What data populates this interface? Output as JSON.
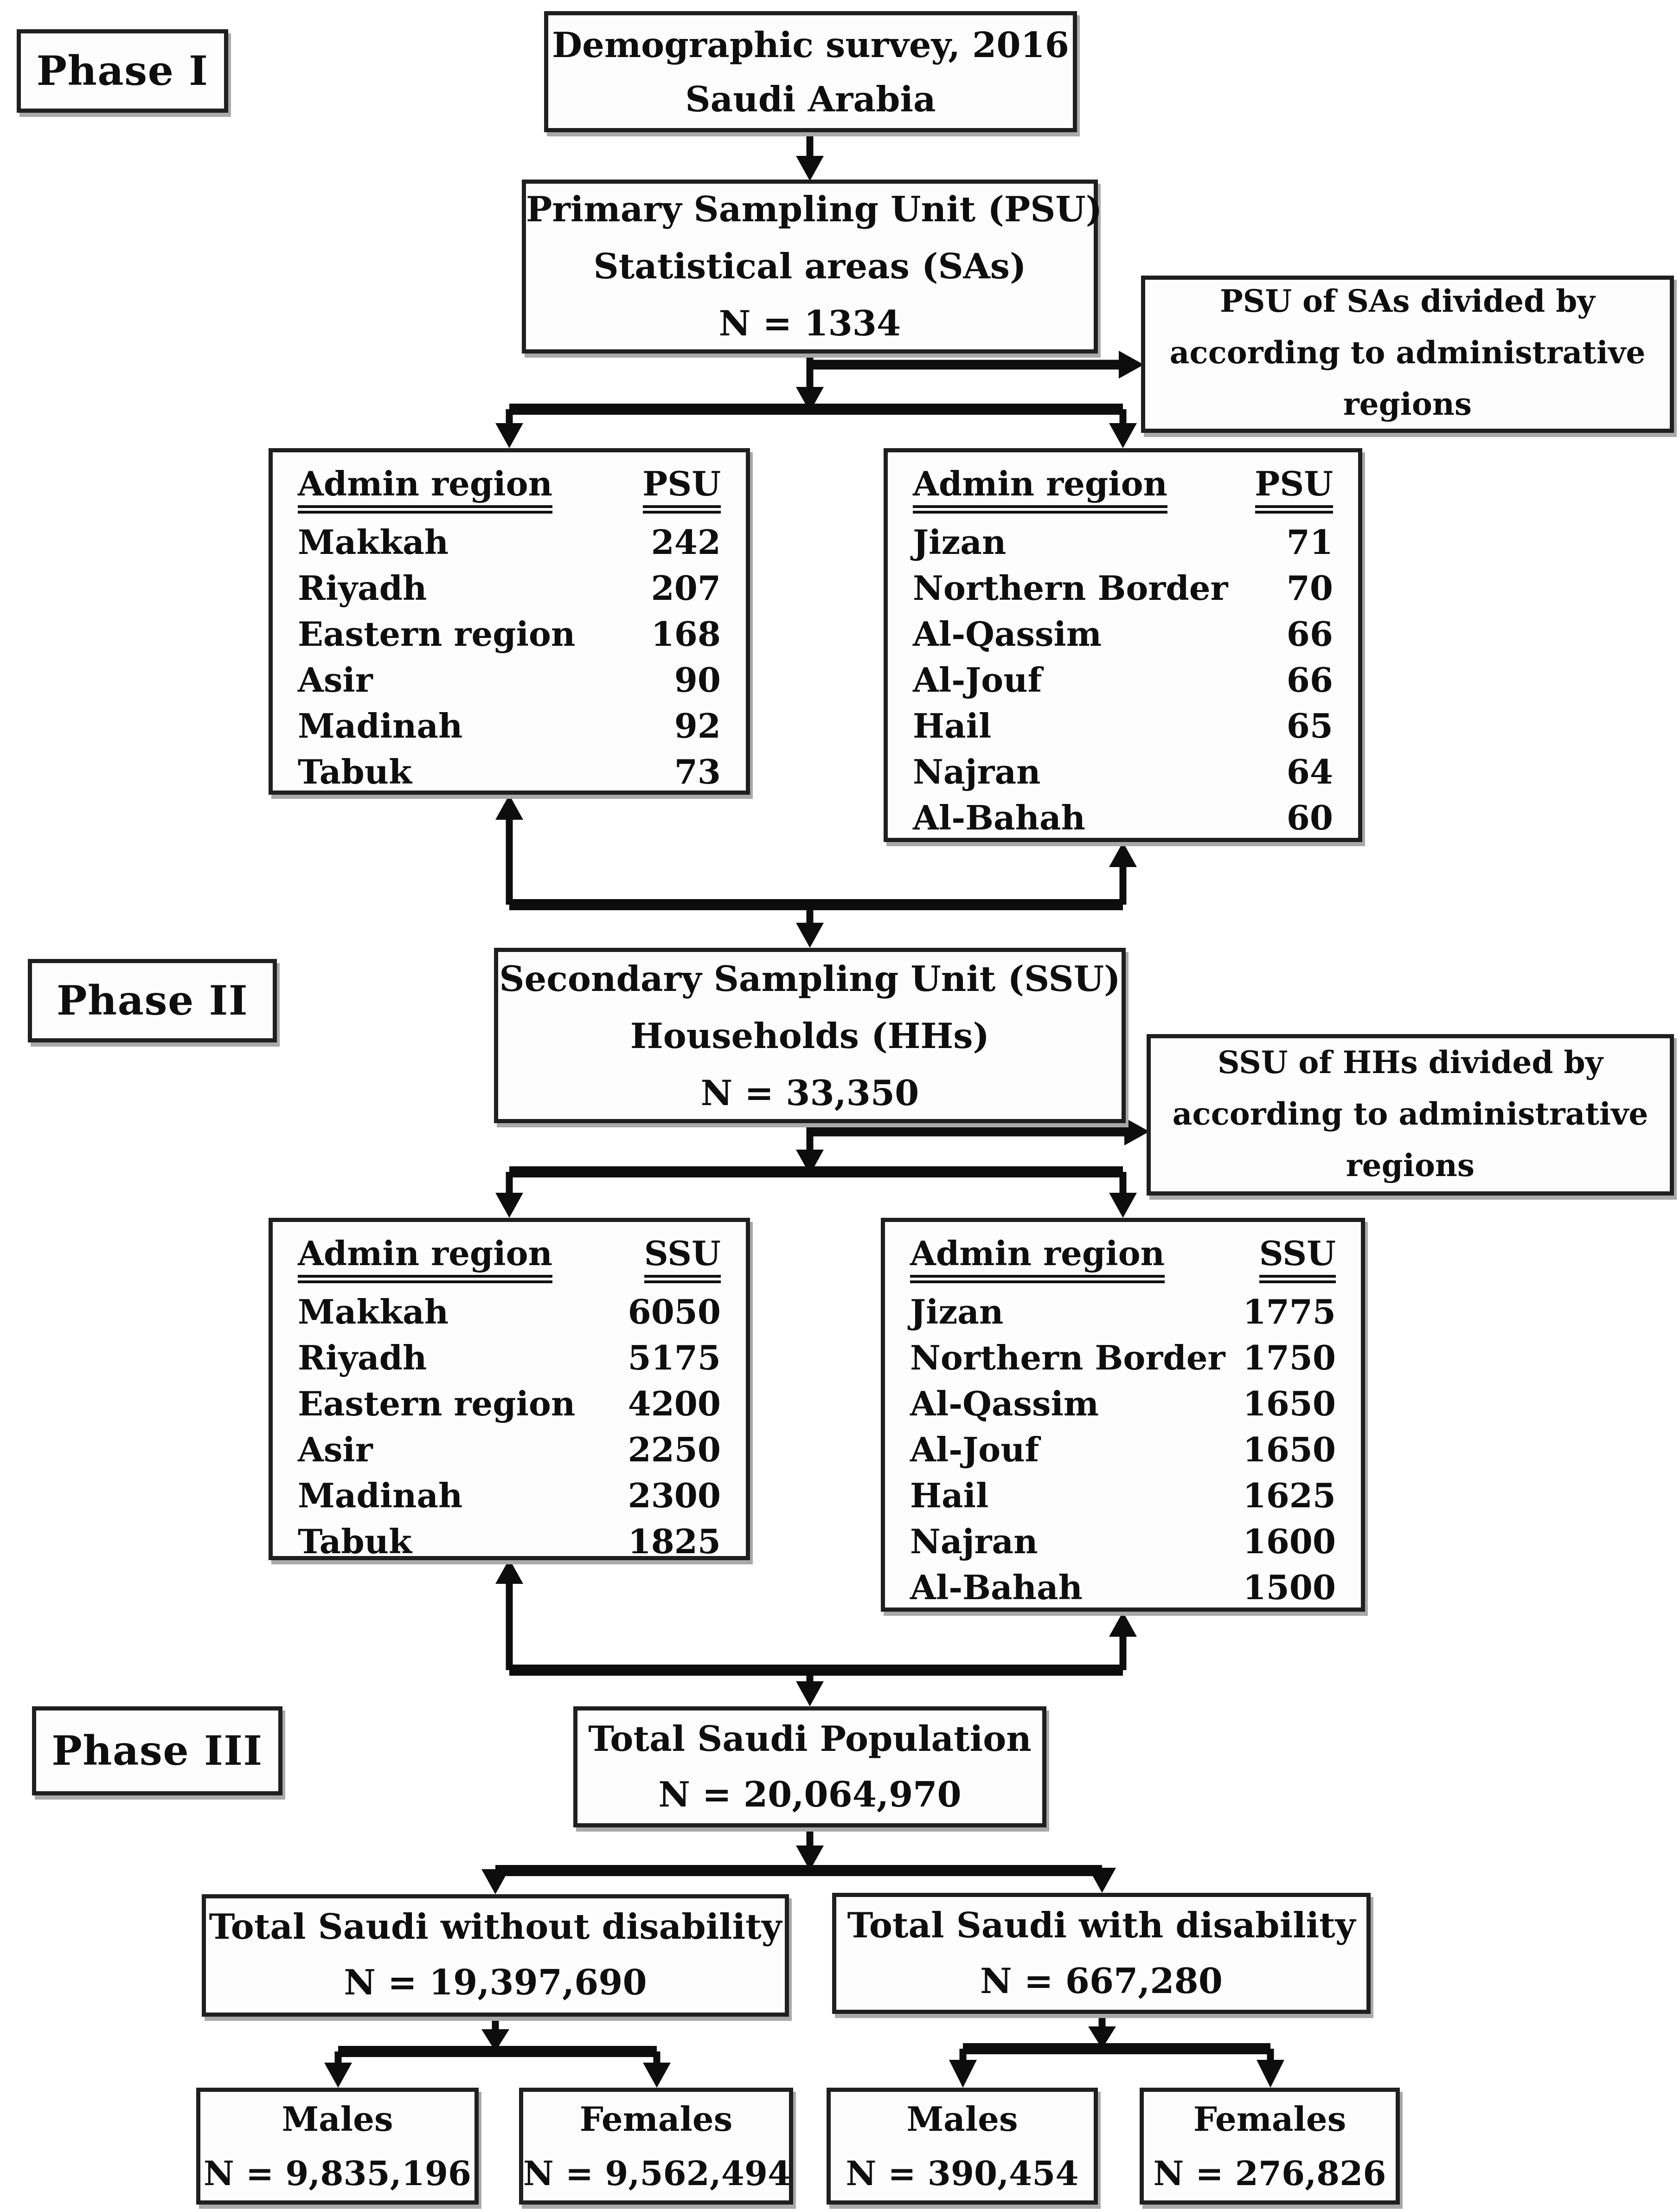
{
  "phase_labels": {
    "phase1": "Phase I",
    "phase2": "Phase II",
    "phase3": "Phase III"
  },
  "nodes": {
    "survey": {
      "line1": "Demographic survey, 2016",
      "line2": "Saudi Arabia"
    },
    "psu": {
      "line1": "Primary Sampling Unit (PSU)",
      "line2": "Statistical areas (SAs)",
      "line3": "N = 1334"
    },
    "psu_note": {
      "line1": "PSU of SAs divided by",
      "line2": "according to administrative",
      "line3": "regions"
    },
    "ssu": {
      "line1": "Secondary Sampling Unit (SSU)",
      "line2": "Households (HHs)",
      "line3": "N = 33,350"
    },
    "ssu_note": {
      "line1": "SSU of HHs divided by",
      "line2": "according to administrative",
      "line3": "regions"
    },
    "population": {
      "line1": "Total Saudi Population",
      "line2": "N = 20,064,970"
    },
    "without_disability": {
      "line1": "Total Saudi without disability",
      "line2": "N = 19,397,690"
    },
    "with_disability": {
      "line1": "Total Saudi with disability",
      "line2": "N = 667,280"
    },
    "males_without": {
      "line1": "Males",
      "line2": "N = 9,835,196"
    },
    "females_without": {
      "line1": "Females",
      "line2": "N = 9,562,494"
    },
    "males_with": {
      "line1": "Males",
      "line2": "N = 390,454"
    },
    "females_with": {
      "line1": "Females",
      "line2": "N = 276,826"
    }
  },
  "tables": {
    "phase1_left": {
      "region_header": "Admin region",
      "value_header": "PSU",
      "rows": [
        {
          "region": "Makkah",
          "value": "242"
        },
        {
          "region": "Riyadh",
          "value": "207"
        },
        {
          "region": "Eastern region",
          "value": "168"
        },
        {
          "region": "Asir",
          "value": "90"
        },
        {
          "region": "Madinah",
          "value": "92"
        },
        {
          "region": "Tabuk",
          "value": "73"
        }
      ]
    },
    "phase1_right": {
      "region_header": "Admin region",
      "value_header": "PSU",
      "rows": [
        {
          "region": "Jizan",
          "value": "71"
        },
        {
          "region": "Northern Border",
          "value": "70"
        },
        {
          "region": "Al-Qassim",
          "value": "66"
        },
        {
          "region": "Al-Jouf",
          "value": "66"
        },
        {
          "region": "Hail",
          "value": "65"
        },
        {
          "region": "Najran",
          "value": "64"
        },
        {
          "region": "Al-Bahah",
          "value": "60"
        }
      ]
    },
    "phase2_left": {
      "region_header": "Admin region",
      "value_header": "SSU",
      "rows": [
        {
          "region": "Makkah",
          "value": "6050"
        },
        {
          "region": "Riyadh",
          "value": "5175"
        },
        {
          "region": "Eastern region",
          "value": "4200"
        },
        {
          "region": "Asir",
          "value": "2250"
        },
        {
          "region": "Madinah",
          "value": "2300"
        },
        {
          "region": "Tabuk",
          "value": "1825"
        }
      ]
    },
    "phase2_right": {
      "region_header": "Admin region",
      "value_header": "SSU",
      "rows": [
        {
          "region": "Jizan",
          "value": "1775"
        },
        {
          "region": "Northern Border",
          "value": "1750"
        },
        {
          "region": "Al-Qassim",
          "value": "1650"
        },
        {
          "region": "Al-Jouf",
          "value": "1650"
        },
        {
          "region": "Hail",
          "value": "1625"
        },
        {
          "region": "Najran",
          "value": "1600"
        },
        {
          "region": "Al-Bahah",
          "value": "1500"
        }
      ]
    }
  }
}
